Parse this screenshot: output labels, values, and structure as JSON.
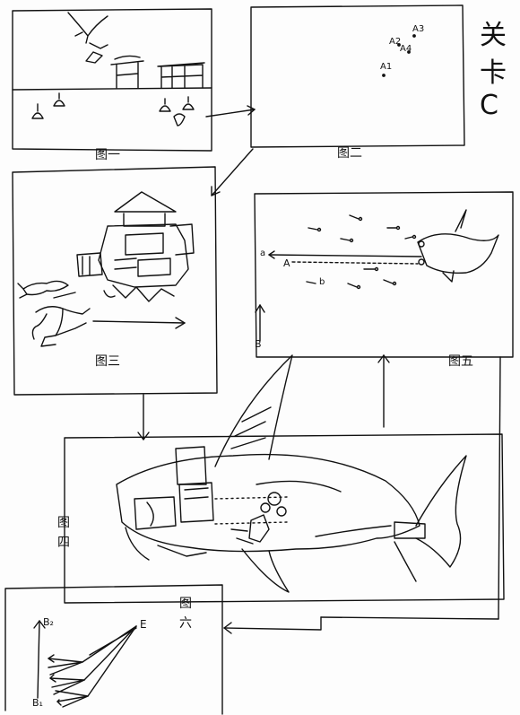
{
  "sheet": {
    "title_chars": [
      "关",
      "卡",
      "C"
    ]
  },
  "panels": {
    "p1": {
      "caption": "图一"
    },
    "p2": {
      "caption": "图二",
      "points": [
        "A3",
        "A2",
        "A4",
        "A1"
      ]
    },
    "p3": {
      "caption": "图三"
    },
    "p4": {
      "caption": "图四"
    },
    "p5": {
      "caption": "图五",
      "labels": {
        "a": "a",
        "A": "A",
        "b": "b",
        "B": "B"
      }
    },
    "p6": {
      "caption": "图六",
      "labels": {
        "E": "E",
        "B2": "B₂",
        "B1": "B₁"
      }
    }
  },
  "colors": {
    "ink": "#111111",
    "paper": "#fdfdfd"
  }
}
